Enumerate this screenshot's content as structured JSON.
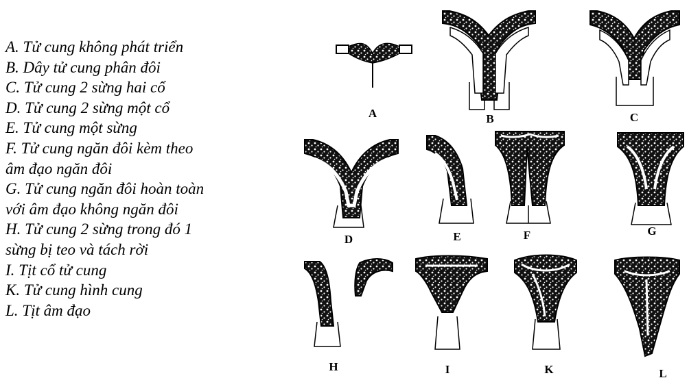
{
  "legend": {
    "items": [
      "A. Tử cung không phát triển",
      "B. Dây tử cung phân đôi",
      "C. Tử cung 2 sừng hai cổ",
      "D. Tử cung 2 sừng một cổ",
      "E. Tử cung một sừng",
      "F. Tử cung ngăn đôi kèm theo",
      "âm đạo ngăn đôi",
      "G. Tử cung ngăn đôi hoàn toàn",
      "với âm đạo không ngăn đôi",
      "H. Tử cung 2 sừng trong đó 1",
      "sừng bị teo và tách rời",
      "I. Tịt cổ tử cung",
      "K. Tử cung hình cung",
      "L. Tịt âm đạo"
    ]
  },
  "figure": {
    "labels": [
      "A",
      "B",
      "C",
      "D",
      "E",
      "F",
      "G",
      "H",
      "I",
      "K",
      "L"
    ]
  }
}
